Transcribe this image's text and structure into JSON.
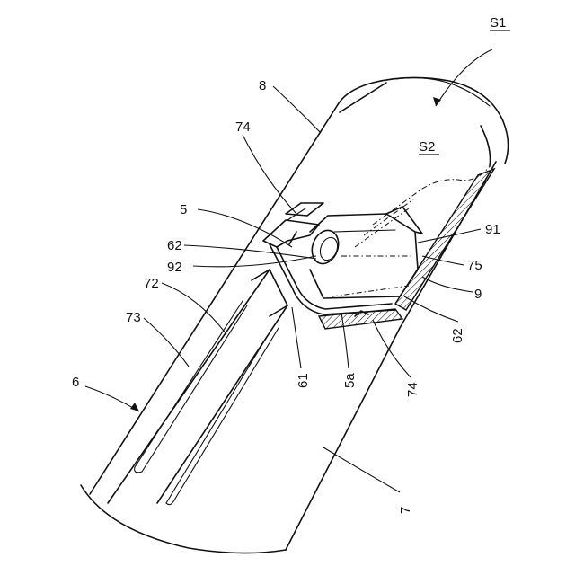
{
  "labels": {
    "l_6": "6",
    "l_7": "7",
    "l_8": "8",
    "l_5": "5",
    "l_5a": "5a",
    "l_9": "9",
    "l_61": "61",
    "l_62_left": "62",
    "l_62_right": "62",
    "l_72": "72",
    "l_73": "73",
    "l_74_top": "74",
    "l_74_bottom": "74",
    "l_75": "75",
    "l_91": "91",
    "l_92": "92",
    "l_S1": "S1",
    "l_S2": "S2"
  }
}
